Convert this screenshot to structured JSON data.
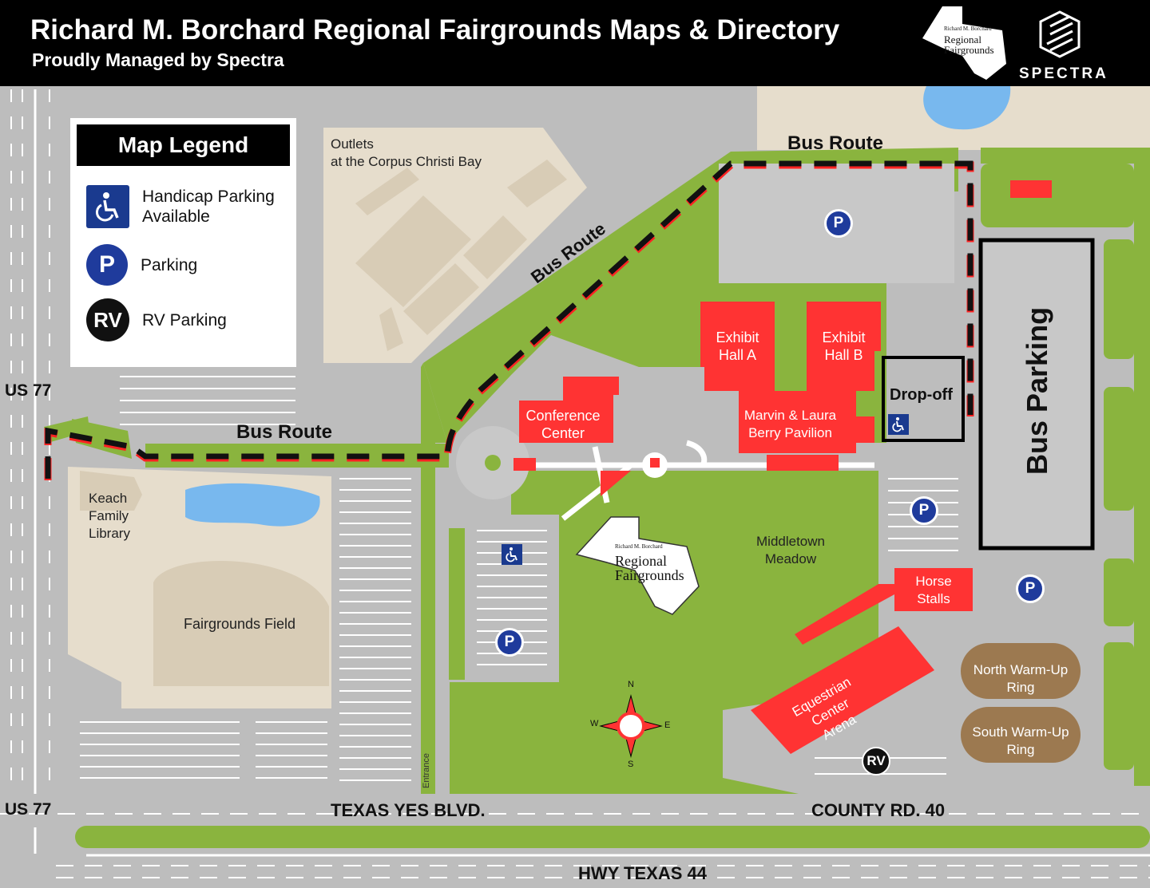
{
  "header": {
    "title": "Richard M. Borchard Regional Fairgrounds Maps & Directory",
    "subtitle": "Proudly Managed by Spectra",
    "partner_logo_text": "SPECTRA",
    "fairgrounds_logo_lines": [
      "Richard M. Borchard",
      "Regional",
      "Fairgrounds"
    ]
  },
  "legend": {
    "title": "Map Legend",
    "items": [
      {
        "icon": "wheelchair-icon",
        "label": "Handicap Parking Available"
      },
      {
        "icon": "P",
        "label": "Parking"
      },
      {
        "icon": "RV",
        "label": "RV Parking"
      }
    ]
  },
  "roads": {
    "us77_top": "US 77",
    "us77_bottom": "US 77",
    "texas_yes": "TEXAS YES BLVD.",
    "county_rd": "COUNTY RD. 40",
    "hwy44": "HWY TEXAS 44",
    "bus_route_top": "Bus Route",
    "bus_route_diag": "Bus Route",
    "bus_route_left": "Bus Route",
    "entrance": "Entrance"
  },
  "places": {
    "outlets": [
      "Outlets",
      "at the Corpus Christi Bay"
    ],
    "library": [
      "Keach",
      "Family",
      "Library"
    ],
    "field": "Fairgrounds Field",
    "hall_a": [
      "Exhibit",
      "Hall A"
    ],
    "hall_b": [
      "Exhibit",
      "Hall B"
    ],
    "conference": [
      "Conference",
      "Center"
    ],
    "pavilion": [
      "Marvin & Laura",
      "Berry Pavilion"
    ],
    "dropoff": "Drop-off",
    "bus_parking": "Bus Parking",
    "meadow": [
      "Middletown",
      "Meadow"
    ],
    "horse_stalls": [
      "Horse",
      "Stalls"
    ],
    "equestrian": [
      "Equestrian",
      "Center",
      "Arena"
    ],
    "north_ring": [
      "North Warm-Up",
      "Ring"
    ],
    "south_ring": [
      "South Warm-Up",
      "Ring"
    ]
  },
  "markers": {
    "parking": "P",
    "rv": "RV"
  },
  "compass": {
    "n": "N",
    "s": "S",
    "e": "E",
    "w": "W"
  },
  "colors": {
    "grass": "#8ab43e",
    "building_red": "#ff3333",
    "lot_gray": "#c8c8c8",
    "tan": "#e6ddcc",
    "water": "#78b8ee",
    "ring_brown": "#9c7950",
    "parking_blue": "#1f3b9c"
  }
}
